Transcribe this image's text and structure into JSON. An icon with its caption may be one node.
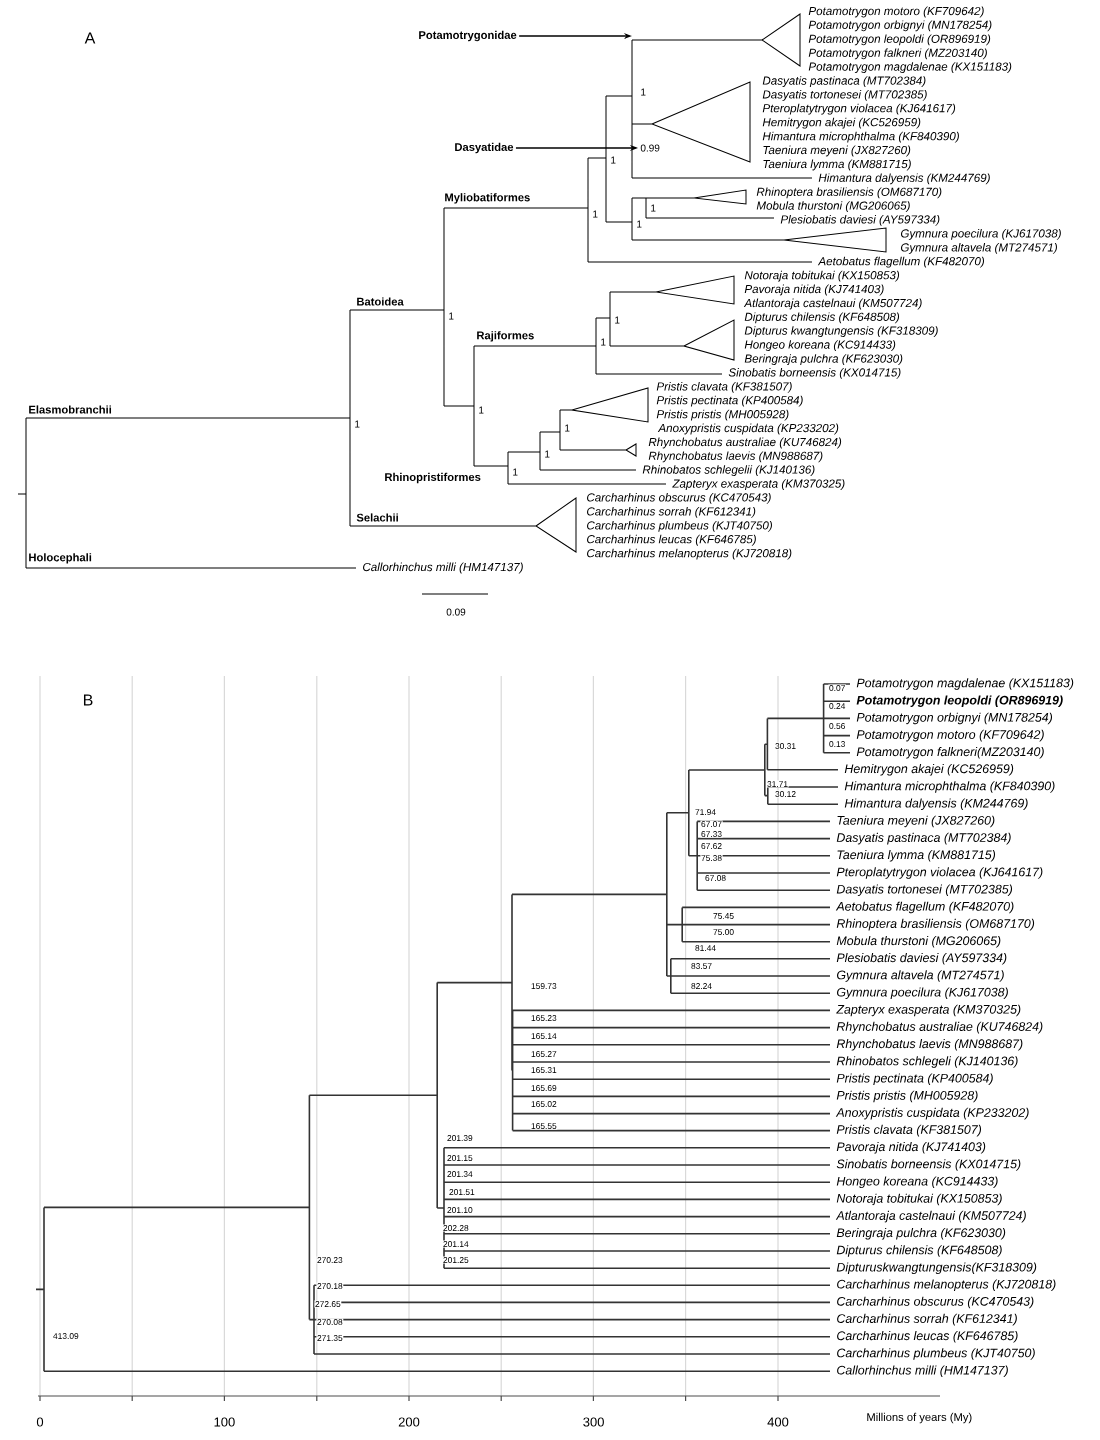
{
  "diagram": {
    "nodes": [
      {
        "text": [
          "Potamotrygonidae"
        ]
      },
      {
        "text": [
          "Dasyatidae"
        ]
      },
      {
        "text": [
          "0.99"
        ]
      }
    ],
    "edges": [
      {
        "from": 0,
        "to": null,
        "arrow": "to"
      },
      {
        "from": 1,
        "to": 2,
        "arrow": "to"
      }
    ],
    "labels": [
      "A",
      "Myliobatiformes",
      "Batoidea",
      "Rajiformes",
      "Elasmobranchii",
      "Rhinopristiformes",
      "Selachii",
      "Holocephali",
      "Potamotrygon motoro (KF709642)",
      "Potamotrygon orbignyi (MN178254)",
      "Potamotrygon leopoldi (OR896919)",
      "Potamotrygon falkneri (MZ203140)",
      "Potamotrygon magdalenae (KX151183)",
      "Dasyatis pastinaca (MT702384)",
      "Dasyatis tortonesei (MT702385)",
      "Pteroplatytrygon violacea (KJ641617)",
      "Hemitrygon akajei (KC526959)",
      "Himantura microphthalma (KF840390)",
      "Taeniura meyeni (JX827260)",
      "Taeniura lymma (KM881715)",
      "Himantura dalyensis (KM244769)",
      "Rhinoptera brasiliensis (OM687170)",
      "Mobula thurstoni (MG206065)",
      "Plesiobatis daviesi (AY597334)",
      "Gymnura poecilura (KJ617038)",
      "Gymnura altavela (MT274571)",
      "Aetobatus flagellum (KF482070)",
      "Notoraja tobitukai (KX150853)",
      "Pavoraja nitida (KJ741403)",
      "Atlantoraja castelnaui (KM507724)",
      "Dipturus chilensis (KF648508)",
      "Dipturus kwangtungensis (KF318309)",
      "Hongeo koreana (KC914433)",
      "Beringraja pulchra (KF623030)",
      "Sinobatis borneensis (KX014715)",
      "Pristis clavata (KF381507)",
      "Pristis pectinata (KP400584)",
      "Pristis pristis (MH005928)",
      "Anoxypristis cuspidata (KP233202)",
      "Rhynchobatus australiae (KU746824)",
      "Rhynchobatus laevis (MN988687)",
      "Rhinobatos schlegelii (KJ140136)",
      "Zapteryx exasperata (KM370325)",
      "Carcharhinus obscurus (KC470543)",
      "Carcharhinus sorrah (KF612341)",
      "Carcharhinus plumbeus (KJT40750)",
      "Carcharhinus leucas (KF646785)",
      "Carcharhinus melanopterus (KJ720818)",
      "Callorhinchus milli (HM147137)",
      "1",
      "1",
      "1",
      "1",
      "1",
      "1",
      "1",
      "1",
      "1",
      "1",
      "1",
      "1",
      "1",
      "0.09",
      "B",
      "Potamotrygon magdalenae (KX151183)",
      "Potamotrygon leopoldi (OR896919)",
      "Potamotrygon orbignyi (MN178254)",
      "Potamotrygon motoro (KF709642)",
      "Potamotrygon falkneri(MZ203140)",
      "Hemitrygon akajei (KC526959)",
      "Himantura microphthalma (KF840390)",
      "Himantura dalyensis (KM244769)",
      "Taeniura meyeni (JX827260)",
      "Dasyatis pastinaca (MT702384)",
      "Taeniura lymma (KM881715)",
      "Pteroplatytrygon violacea (KJ641617)",
      "Dasyatis tortonesei (MT702385)",
      "Aetobatus flagellum (KF482070)",
      "Rhinoptera brasiliensis (OM687170)",
      "Mobula thurstoni (MG206065)",
      "Plesiobatis daviesi (AY597334)",
      "Gymnura altavela (MT274571)",
      "Gymnura poecilura (KJ617038)",
      "Zapteryx exasperata (KM370325)",
      "Rhynchobatus australiae (KU746824)",
      "Rhynchobatus laevis (MN988687)",
      "Rhinobatos schlegeli (KJ140136)",
      "Pristis pectinata (KP400584)",
      "Pristis pristis (MH005928)",
      "Anoxypristis cuspidata (KP233202)",
      "Pristis clavata (KF381507)",
      "Pavoraja nitida (KJ741403)",
      "Sinobatis borneensis (KX014715)",
      "Hongeo koreana (KC914433)",
      "Notoraja tobitukai (KX150853)",
      "Atlantoraja castelnaui (KM507724)",
      "Beringraja pulchra (KF623030)",
      "Dipturus chilensis (KF648508)",
      "Dipturuskwangtungensis(KF318309)",
      "Carcharhinus melanopterus (KJ720818)",
      "Carcharhinus obscurus (KC470543)",
      "Carcharhinus sorrah (KF612341)",
      "Carcharhinus leucas (KF646785)",
      "Carcharhinus plumbeus (KJT40750)",
      "Callorhinchus milli (HM147137)",
      "0.07",
      "0.24",
      "0.56",
      "0.13",
      "30.31",
      "31.71",
      "30.12",
      "71.94",
      "67.07",
      "67.33",
      "67.62",
      "75.38",
      "67.08",
      "75.45",
      "75.00",
      "81.44",
      "83.57",
      "82.24",
      "159.73",
      "165.23",
      "165.14",
      "165.27",
      "165.31",
      "165.69",
      "165.02",
      "165.55",
      "201.39",
      "201.15",
      "201.34",
      "201.51",
      "201.10",
      "202.28",
      "201.14",
      "201.25",
      "270.23",
      "270.18",
      "272.65",
      "270.08",
      "271.35",
      "413.09",
      "0",
      "100",
      "200",
      "300",
      "400",
      "Millions of years (My)"
    ]
  }
}
